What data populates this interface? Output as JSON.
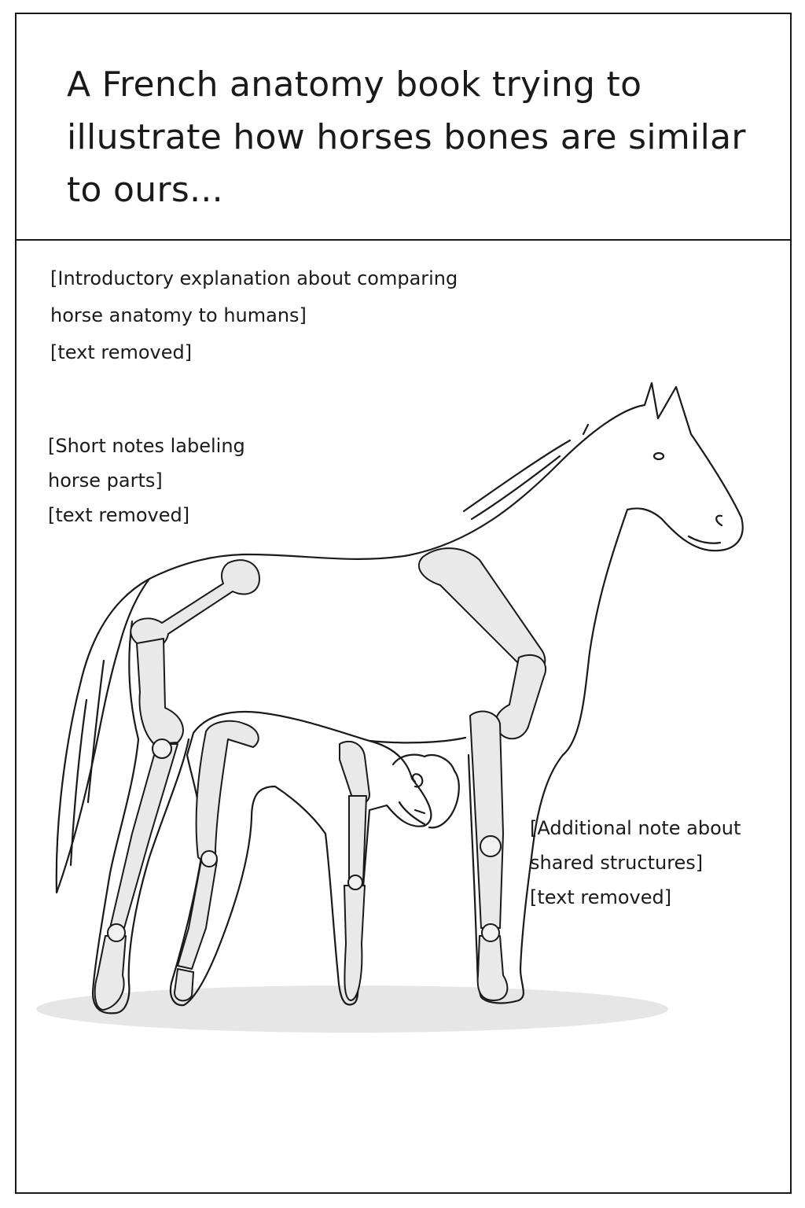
{
  "panel": {
    "title": "A French anatomy book trying to illustrate how horses bones are similar to ours..."
  },
  "notes": {
    "intro": "[Introductory explanation about comparing\nhorse anatomy to humans]\n[text removed]",
    "parts": "[Short notes labeling\nhorse parts]\n[text removed]",
    "shared": "[Additional note about\n shared structures]\n[text removed]"
  },
  "illustration": {
    "subject": "horse outline containing skeletal bones with a crouching human figure inside",
    "colors": {
      "line": "#1a1a1a",
      "bone_fill": "#e9e9e9",
      "shadow": "#e6e6e6"
    }
  }
}
